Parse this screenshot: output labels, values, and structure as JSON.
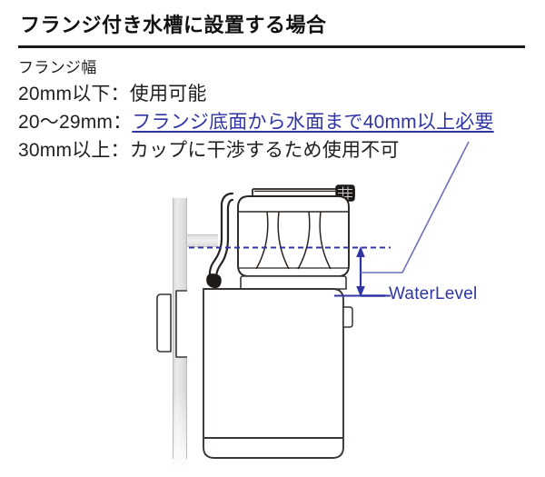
{
  "page": {
    "title": "フランジ付き水槽に設置する場合",
    "background_color": "#ffffff",
    "text_color": "#1f1f1f",
    "accent_blue": "#2f35a5",
    "outline_color": "#3b3533",
    "glass_color": "#e2e2e2"
  },
  "body_text": {
    "line1": "フランジ幅",
    "line2": "20mm以下：使用可能",
    "line3_prefix": "20〜29mm：",
    "line3_link": "フランジ底面から水面まで40mm以上必要",
    "line4": "30mm以上：カップに干渉するため使用不可"
  },
  "diagram": {
    "water_level_label": "WaterLevel",
    "dashed_line_name": "flange-bottom-reference-line",
    "dimension_arrow_name": "40mm-dimension-arrow",
    "parts": {
      "glass_wall": "aquarium-glass-wall",
      "flange": "aquarium-flange",
      "collection_cup": "collection-cup",
      "pump_body": "pump-body",
      "magnet_holder": "magnet-holder",
      "air_hose": "air-hose",
      "air_intake_grill": "air-intake-grill",
      "hose_connector": "hose-connector",
      "cup_base": "cup-base",
      "side_latch": "side-latch"
    }
  }
}
